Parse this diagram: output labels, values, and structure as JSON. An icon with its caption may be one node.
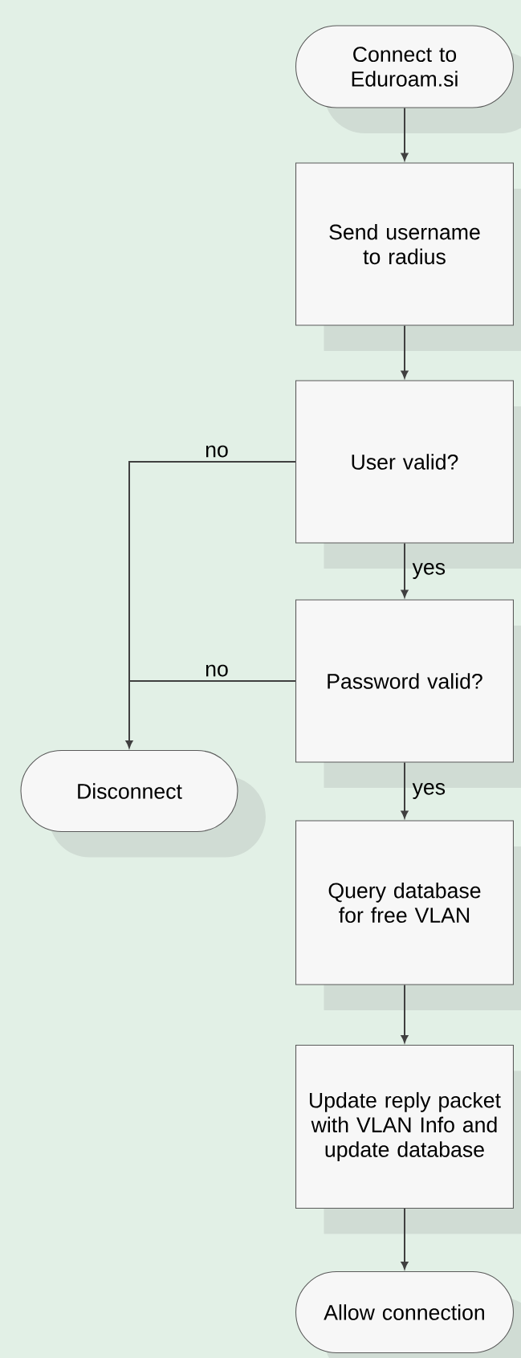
{
  "diagram": {
    "nodes": [
      {
        "text": [
          "Connect to Eduroam.si"
        ]
      },
      {
        "text": [
          "Send username to radius"
        ]
      },
      {
        "text": [
          "User valid?"
        ]
      },
      {
        "text": [
          "Password valid?"
        ]
      },
      {
        "text": [
          "Disconnect"
        ]
      },
      {
        "text": [
          "Query database for free VLAN"
        ]
      },
      {
        "text": [
          "Update reply packet with VLAN Info and update database"
        ]
      },
      {
        "text": [
          "Allow connection"
        ]
      }
    ],
    "edges": [
      {
        "from": 0,
        "to": 1,
        "arrow": "to"
      },
      {
        "from": 1,
        "to": 2,
        "arrow": "to"
      },
      {
        "from": 2,
        "to": 3,
        "arrow": "to",
        "label": "yes"
      },
      {
        "from": 2,
        "to": 4,
        "arrow": "to",
        "label": "no"
      },
      {
        "from": 3,
        "to": 4,
        "arrow": "to",
        "label": "no"
      },
      {
        "from": 3,
        "to": 5,
        "arrow": "to",
        "label": "yes"
      },
      {
        "from": 5,
        "to": 6,
        "arrow": "to"
      },
      {
        "from": 6,
        "to": 7,
        "arrow": "to"
      }
    ]
  }
}
